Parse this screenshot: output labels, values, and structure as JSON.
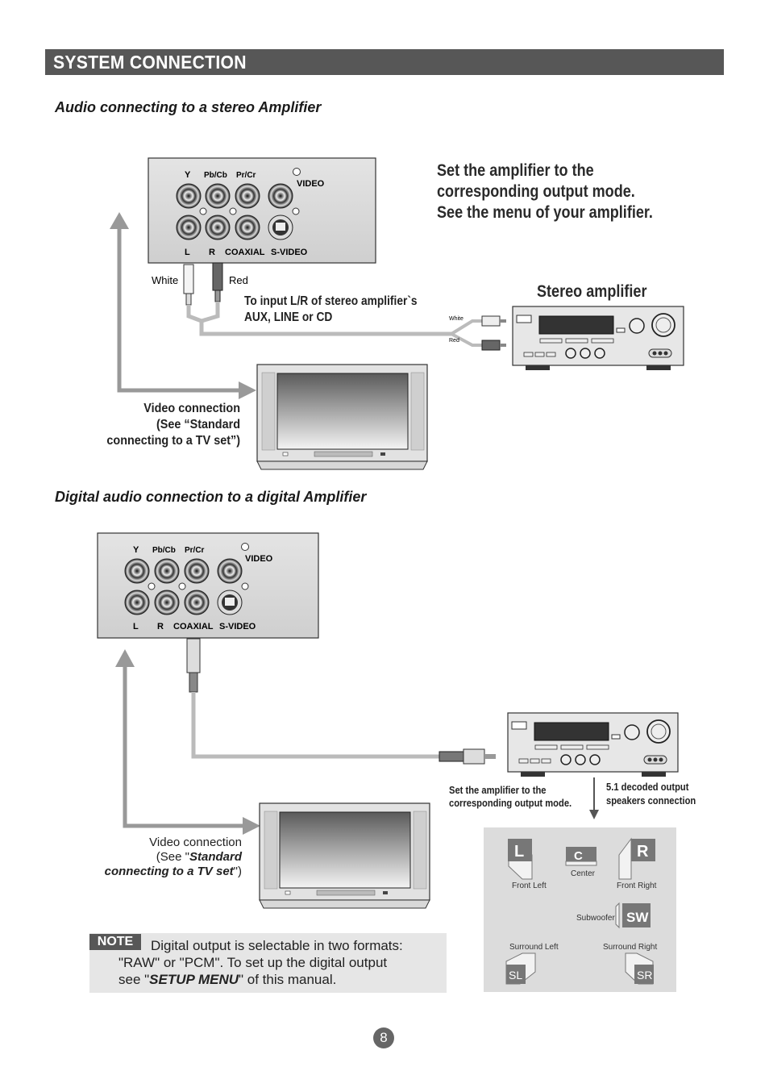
{
  "header": {
    "title": "SYSTEM CONNECTION"
  },
  "section1": {
    "title": "Audio connecting to a stereo Amplifier",
    "panel": {
      "y": "Y",
      "pbcb": "Pb/Cb",
      "prcr": "Pr/Cr",
      "video": "VIDEO",
      "l": "L",
      "r": "R",
      "coaxial": "COAXIAL",
      "svideo": "S-VIDEO"
    },
    "cable_white": "White",
    "cable_red": "Red",
    "input_note": [
      "To input L/R of stereo amplifier`s",
      "AUX, LINE or CD"
    ],
    "amp_note": [
      "Set the amplifier to the",
      "corresponding output mode.",
      "See the menu of your amplifier."
    ],
    "amp_label": "Stereo amplifier",
    "plug_white": "White",
    "plug_red": "Red",
    "video_note": [
      "Video connection",
      "(See “Standard",
      "connecting to a TV set”)"
    ]
  },
  "section2": {
    "title": "Digital audio connection to a digital Amplifier",
    "panel": {
      "y": "Y",
      "pbcb": "Pb/Cb",
      "prcr": "Pr/Cr",
      "video": "VIDEO",
      "l": "L",
      "r": "R",
      "coaxial": "COAXIAL",
      "svideo": "S-VIDEO"
    },
    "amp_note": [
      "Set the amplifier to the",
      "corresponding output mode."
    ],
    "decoded_note": [
      "5.1 decoded output",
      "speakers connection"
    ],
    "speakers": {
      "front_left": "Front Left",
      "center": "Center",
      "front_right": "Front Right",
      "subwoofer": "Subwoofer",
      "surround_left": "Surround Left",
      "surround_right": "Surround Right",
      "l": "L",
      "c": "C",
      "r": "R",
      "sw": "SW",
      "sl": "SL",
      "sr": "SR"
    },
    "video_note": {
      "line1": "Video connection",
      "line2_pre": "(See \"",
      "line2_em": "Standard",
      "line3_em": "connecting to a TV set",
      "line3_post": "\")"
    }
  },
  "note": {
    "badge": "NOTE",
    "line1": "Digital output is selectable in two formats:",
    "line2": "\"RAW\" or \"PCM\". To set up the digital output",
    "line3_pre": "see \"",
    "line3_em": "SETUP  MENU",
    "line3_post": "\" of this manual."
  },
  "page_number": "8"
}
